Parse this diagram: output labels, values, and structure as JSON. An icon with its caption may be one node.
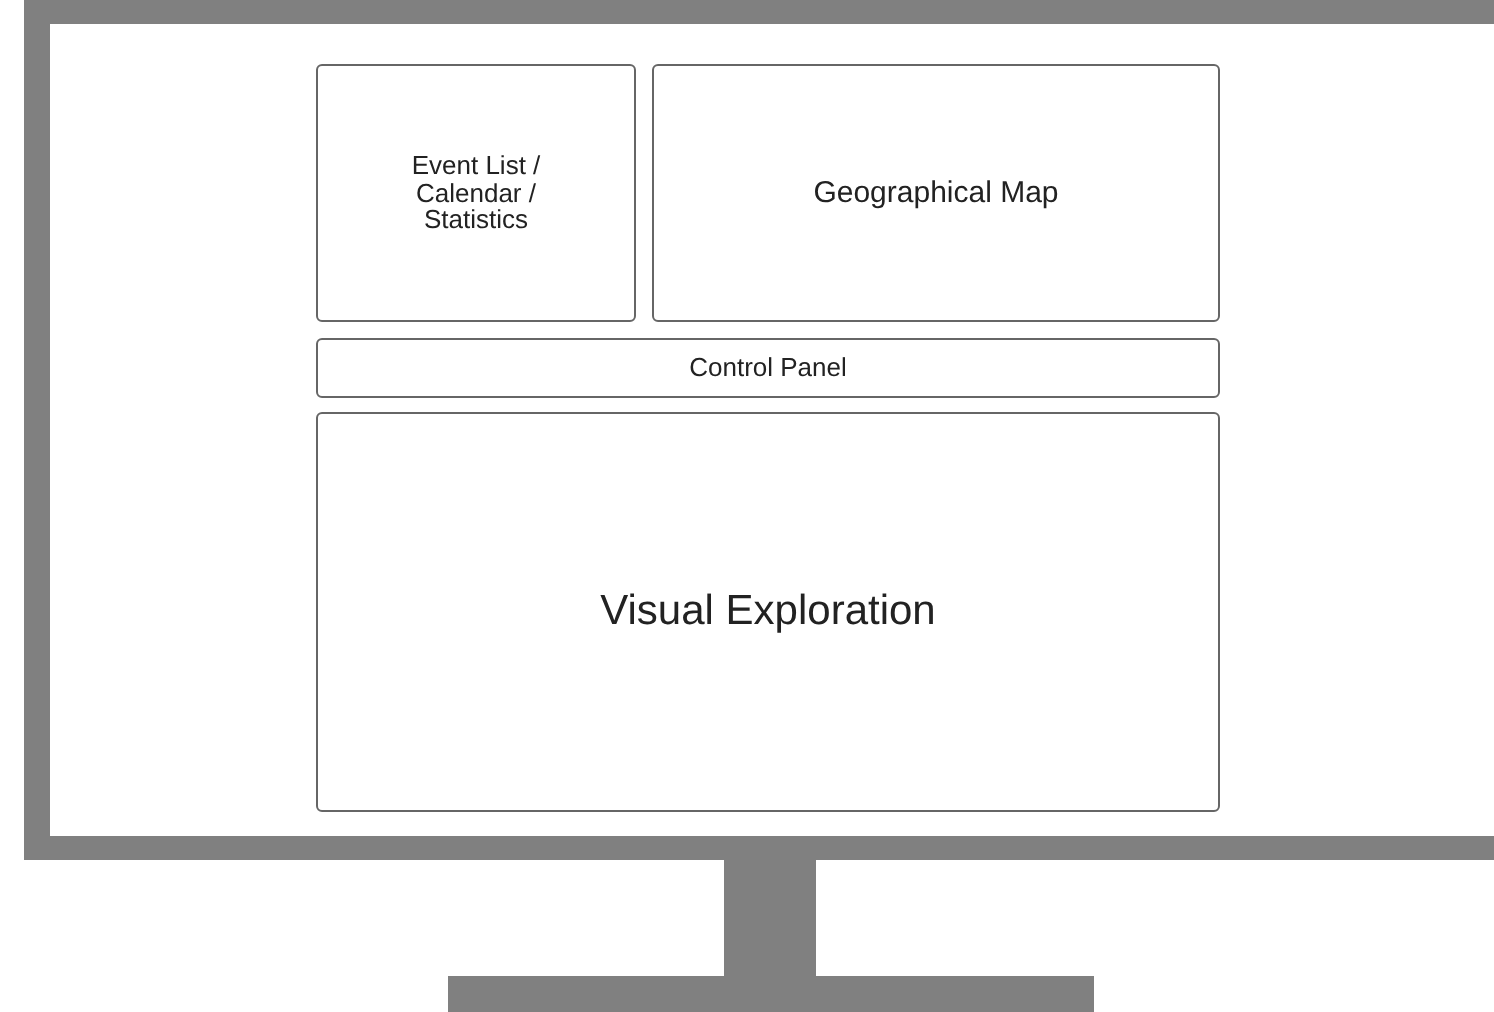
{
  "diagram": {
    "nodes": [
      {
        "text": [
          "Event List / Calendar / Statistics"
        ]
      },
      {
        "text": [
          "Geographical Map"
        ]
      },
      {
        "text": [
          "Control Panel"
        ]
      },
      {
        "text": [
          "Visual Exploration"
        ]
      }
    ]
  }
}
